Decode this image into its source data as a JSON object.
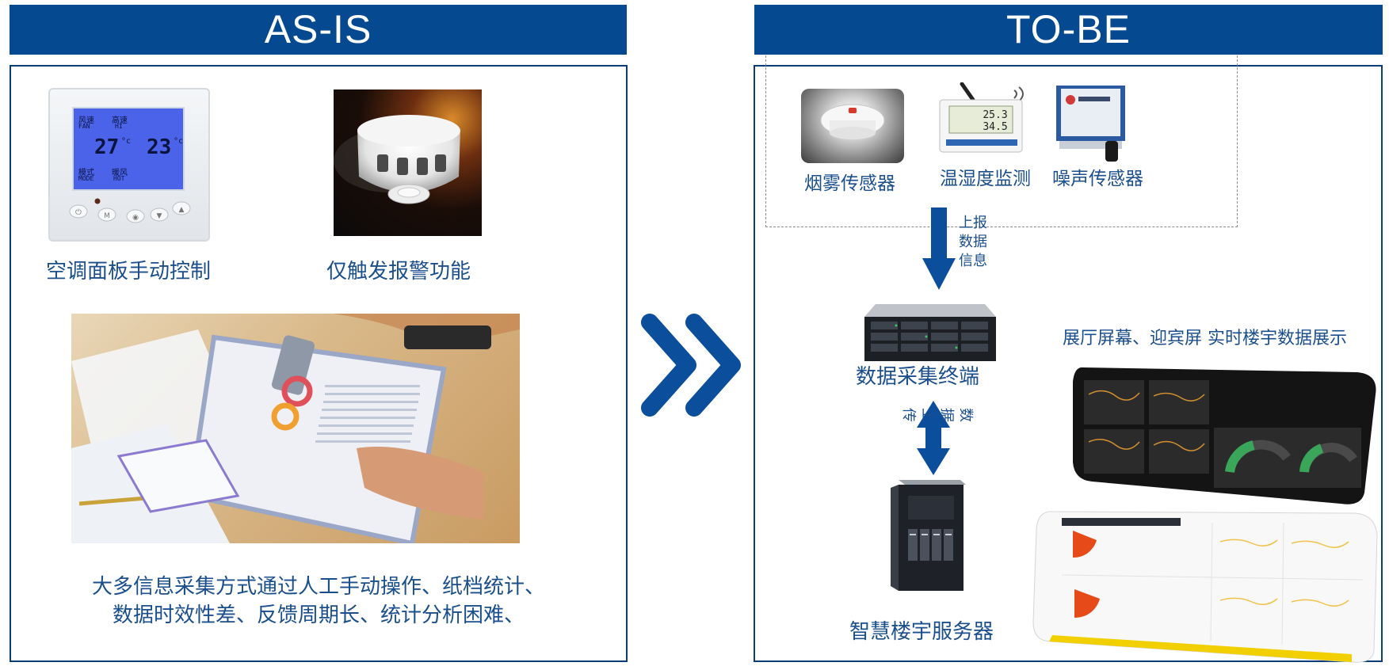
{
  "left": {
    "header": "AS-IS",
    "item1_label": "空调面板手动控制",
    "item2_label": "仅触发报警功能",
    "description_lines": [
      "大多信息采集方式通过人工手动操作、纸档统计、",
      "数据时效性差、反馈周期长、统计分析困难、"
    ],
    "thermostat": {
      "fan_cn": "风速",
      "fan_en": "FAN",
      "speed_cn": "高速",
      "speed_en": "HI",
      "temp_left": "27",
      "temp_right": "23",
      "unit": "°c",
      "mode_cn": "模式",
      "mode_en": "MODE",
      "heat_cn": "暖风",
      "heat_en": "HOT"
    }
  },
  "right": {
    "header": "TO-BE",
    "sensors": [
      "烟雾传感器",
      "温湿度监测",
      "噪声传感器"
    ],
    "monitor_readings": [
      "25.3",
      "34.5"
    ],
    "upload_label_lines": [
      "上报",
      "数据",
      "信息"
    ],
    "terminal_label": "数据采集终端",
    "data_upload_label": "数据上传",
    "server_label": "智慧楼宇服务器",
    "display_label": "展厅屏幕、迎宾屏  实时楼宇数据展示"
  },
  "colors": {
    "header_bg": "#054a91",
    "header_text": "#ffffff",
    "accent_blue": "#0b4f9c",
    "label_text": "#1b4f8c",
    "panel_border": "#0a3d73"
  }
}
